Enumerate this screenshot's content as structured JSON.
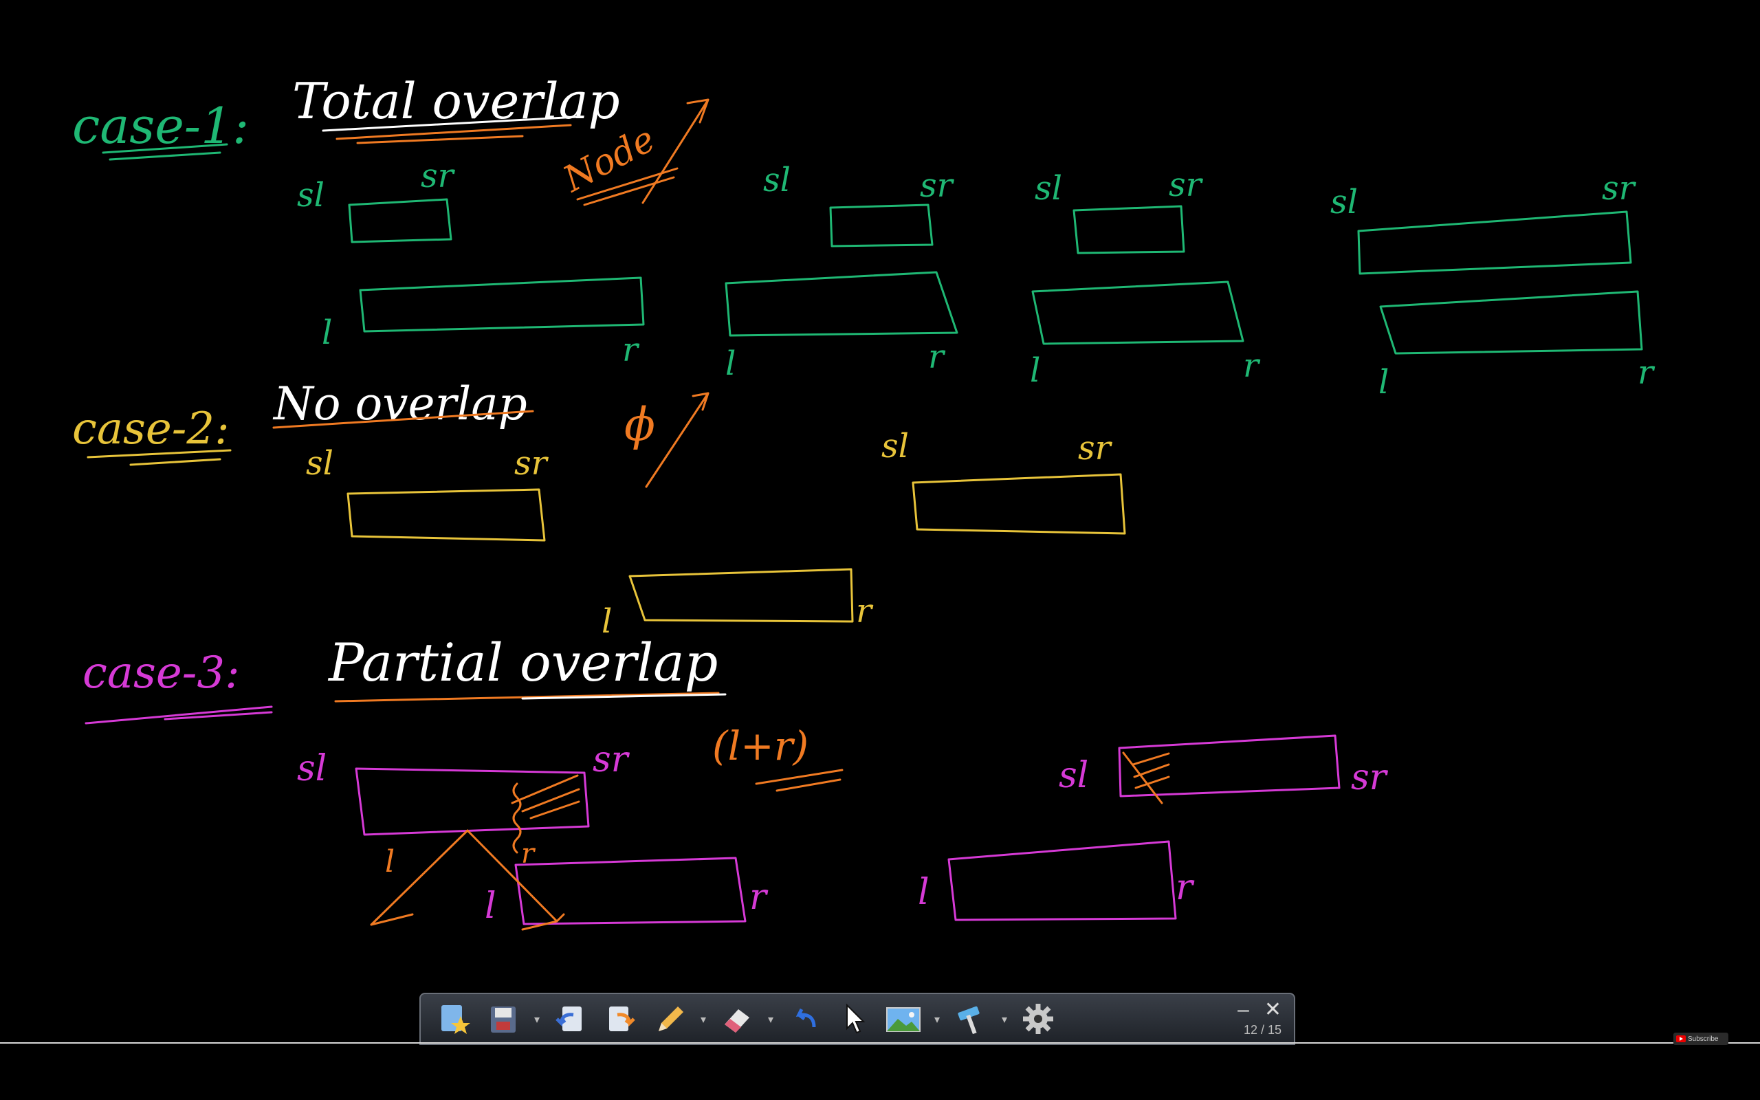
{
  "board": {
    "case1": {
      "label": "case-1:",
      "title": "Total overlap",
      "note": "Node",
      "color": "#1fb874"
    },
    "case2": {
      "label": "case-2:",
      "title": "No overlap",
      "mark": "ϕ",
      "color": "#e8c43a"
    },
    "case3": {
      "label": "case-3:",
      "title": "Partial overlap",
      "annotation": "(l+r)",
      "color": "#d63ad6"
    },
    "labels": {
      "sl": "sl",
      "sr": "sr",
      "l": "l",
      "r": "r"
    },
    "accent": "#f07a22",
    "title_color": "#ffffff"
  },
  "toolbar": {
    "tools": [
      {
        "name": "star-pen-icon",
        "dropdown": false
      },
      {
        "name": "save-icon",
        "dropdown": true
      },
      {
        "name": "undo-page-icon",
        "dropdown": false
      },
      {
        "name": "redo-page-icon",
        "dropdown": false
      },
      {
        "name": "pencil-icon",
        "dropdown": true
      },
      {
        "name": "eraser-icon",
        "dropdown": true
      },
      {
        "name": "undo-icon",
        "dropdown": false
      },
      {
        "name": "pointer-icon",
        "dropdown": false
      },
      {
        "name": "image-icon",
        "dropdown": true
      },
      {
        "name": "hammer-icon",
        "dropdown": true
      },
      {
        "name": "settings-gear-icon",
        "dropdown": false
      }
    ],
    "minimize": "–",
    "close": "✕",
    "page_indicator": "12 / 15"
  },
  "subscribe": "Subscribe"
}
